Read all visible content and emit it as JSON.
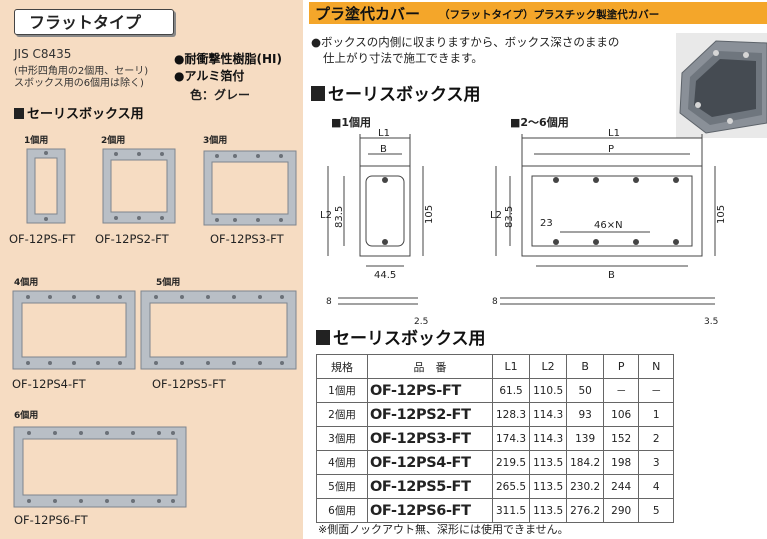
{
  "left": {
    "tag": "フラットタイプ",
    "jis": "JIS C8435",
    "note_line1": "(中形四角用の2個用、セーリ)",
    "note_line2": "スボックス用の6個用は除く)",
    "features": [
      "●耐衝撃性樹脂(HI)",
      "●アルミ箔付"
    ],
    "color_label": "色：グレー",
    "section_heading": "セーリスボックス用",
    "products": [
      {
        "count": "1個用",
        "model": "OF-12PS-FT"
      },
      {
        "count": "2個用",
        "model": "OF-12PS2-FT"
      },
      {
        "count": "3個用",
        "model": "OF-12PS3-FT"
      },
      {
        "count": "4個用",
        "model": "OF-12PS4-FT"
      },
      {
        "count": "5個用",
        "model": "OF-12PS5-FT"
      },
      {
        "count": "6個用",
        "model": "OF-12PS6-FT"
      }
    ]
  },
  "right": {
    "title_main": "プラ塗代カバー",
    "title_sub": "（フラットタイプ）プラスチック製塗代カバー",
    "bullet_line1": "●ボックスの内側に収まりますから、ボックス深さのままの",
    "bullet_line2": "仕上がり寸法で施工できます。",
    "section_heading": "セーリスボックス用",
    "diagram_labels": {
      "single": "■1個用",
      "multi": "■2～6個用",
      "L1": "L1",
      "L2": "L2",
      "B": "B",
      "P": "P",
      "d835": "83.5",
      "d105": "105",
      "d445": "44.5",
      "d23": "23",
      "d46n": "46×N",
      "d8": "8",
      "d25": "2.5",
      "d35": "3.5"
    },
    "table_heading": "セーリスボックス用",
    "table": {
      "headers": [
        "規格",
        "品　番",
        "L1",
        "L2",
        "B",
        "P",
        "N"
      ],
      "rows": [
        [
          "1個用",
          "OF-12PS-FT",
          "61.5",
          "110.5",
          "50",
          "－",
          "－"
        ],
        [
          "2個用",
          "OF-12PS2-FT",
          "128.3",
          "114.3",
          "93",
          "106",
          "1"
        ],
        [
          "3個用",
          "OF-12PS3-FT",
          "174.3",
          "114.3",
          "139",
          "152",
          "2"
        ],
        [
          "4個用",
          "OF-12PS4-FT",
          "219.5",
          "113.5",
          "184.2",
          "198",
          "3"
        ],
        [
          "5個用",
          "OF-12PS5-FT",
          "265.5",
          "113.5",
          "230.2",
          "244",
          "4"
        ],
        [
          "6個用",
          "OF-12PS6-FT",
          "311.5",
          "113.5",
          "276.2",
          "290",
          "5"
        ]
      ]
    },
    "footnote": "※側面ノックアウト無、深形には使用できません。"
  }
}
